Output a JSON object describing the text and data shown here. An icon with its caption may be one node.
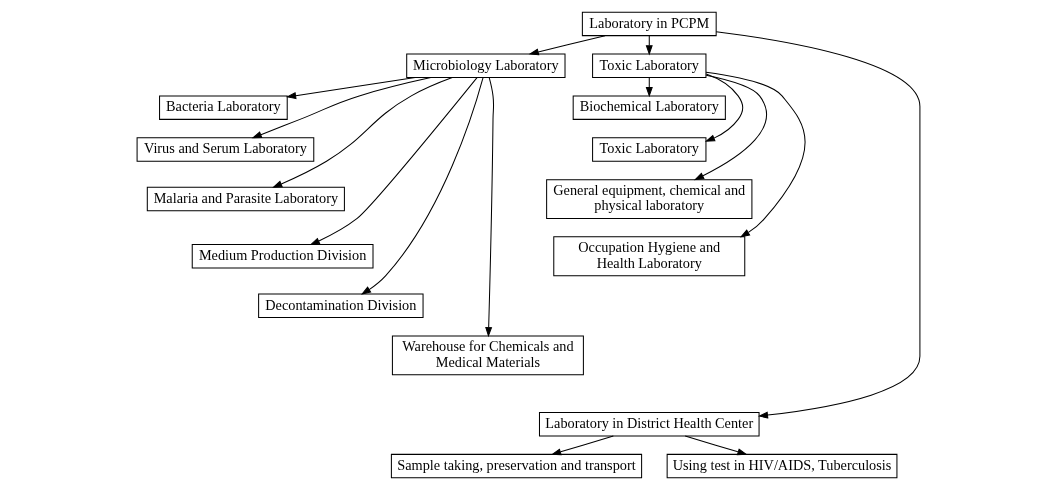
{
  "diagram": {
    "nodes": [
      {
        "text": [
          "Laboratory in PCPM"
        ]
      },
      {
        "text": [
          "Microbiology Laboratory"
        ]
      },
      {
        "text": [
          "Toxic Laboratory"
        ]
      },
      {
        "text": [
          "Bacteria Laboratory"
        ]
      },
      {
        "text": [
          "Virus and Serum Laboratory"
        ]
      },
      {
        "text": [
          "Malaria and Parasite Laboratory"
        ]
      },
      {
        "text": [
          "Medium Production Division"
        ]
      },
      {
        "text": [
          "Decontamination Division"
        ]
      },
      {
        "text": [
          "Warehouse for Chemicals and Medical Materials"
        ]
      },
      {
        "text": [
          "Biochemical Laboratory"
        ]
      },
      {
        "text": [
          "Toxic Laboratory"
        ]
      },
      {
        "text": [
          "General equipment, chemical and physical laboratory"
        ]
      },
      {
        "text": [
          "Occupation Hygiene and Health Laboratory"
        ]
      },
      {
        "text": [
          "Laboratory in District Health Center"
        ]
      },
      {
        "text": [
          "Sample taking, preservation and transport"
        ]
      },
      {
        "text": [
          "Using test in HIV/AIDS, Tuberculosis"
        ]
      }
    ],
    "edges": [
      {
        "from": 0,
        "to": 1,
        "arrow": "to"
      },
      {
        "from": 0,
        "to": 2,
        "arrow": "to"
      },
      {
        "from": 0,
        "to": 13,
        "arrow": "to"
      },
      {
        "from": 1,
        "to": 3,
        "arrow": "to"
      },
      {
        "from": 1,
        "to": 4,
        "arrow": "to"
      },
      {
        "from": 1,
        "to": 5,
        "arrow": "to"
      },
      {
        "from": 1,
        "to": 6,
        "arrow": "to"
      },
      {
        "from": 1,
        "to": 7,
        "arrow": "to"
      },
      {
        "from": 1,
        "to": 8,
        "arrow": "to"
      },
      {
        "from": 2,
        "to": 9,
        "arrow": "to"
      },
      {
        "from": 2,
        "to": 10,
        "arrow": "to"
      },
      {
        "from": 2,
        "to": 11,
        "arrow": "to"
      },
      {
        "from": 2,
        "to": 12,
        "arrow": "to"
      },
      {
        "from": 13,
        "to": 14,
        "arrow": "to"
      },
      {
        "from": 13,
        "to": 15,
        "arrow": "to"
      }
    ]
  }
}
